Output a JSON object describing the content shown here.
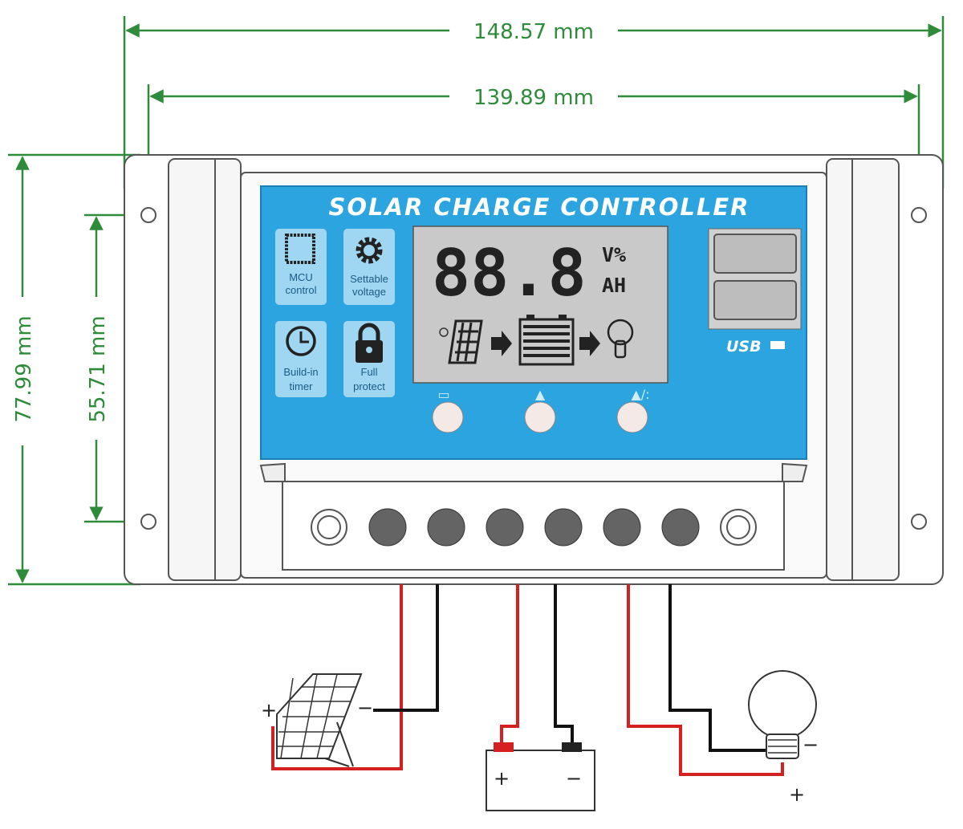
{
  "dimensions": {
    "overall_width": "148.57 mm",
    "hole_spacing_width": "139.89 mm",
    "overall_height": "77.99 mm",
    "hole_spacing_height": "55.71 mm"
  },
  "panel": {
    "title": "SOLAR CHARGE CONTROLLER",
    "features": [
      {
        "line1": "MCU",
        "line2": "control",
        "icon": "chip-icon"
      },
      {
        "line1": "Settable",
        "line2": "voltage",
        "icon": "gear-icon"
      },
      {
        "line1": "Build-in",
        "line2": "timer",
        "icon": "clock-icon"
      },
      {
        "line1": "Full",
        "line2": "protect",
        "icon": "lock-icon"
      }
    ],
    "lcd": {
      "digits": "88.8",
      "unit_top": "V%",
      "unit_bottom": "AH"
    },
    "usb_label": "USB",
    "button_symbols": [
      "▭",
      "▲",
      "▲/:"
    ]
  },
  "wiring": {
    "solar_plus": "+",
    "solar_minus": "−",
    "battery_plus": "+",
    "battery_minus": "−",
    "load_plus": "+",
    "load_minus": "−"
  },
  "colors": {
    "dimension": "#2e8b3a",
    "panel_blue": "#2ba4e0",
    "wire_red": "#d42020",
    "wire_black": "#111111"
  }
}
